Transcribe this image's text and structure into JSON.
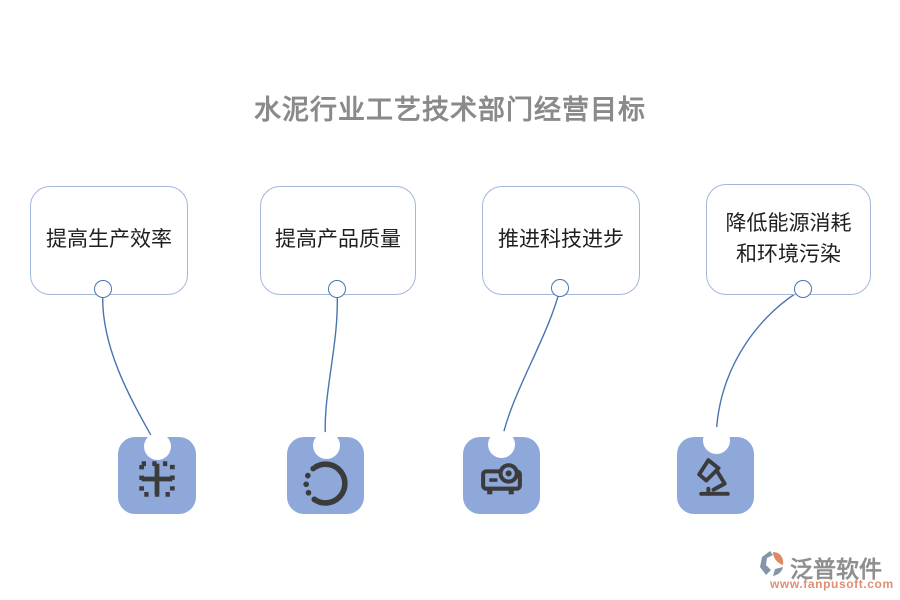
{
  "title": "水泥行业工艺技术部门经营目标",
  "goals": [
    {
      "lines": [
        "提高生产效率"
      ],
      "icon": "table-borders-icon"
    },
    {
      "lines": [
        "提高产品质量"
      ],
      "icon": "progress-circle-icon"
    },
    {
      "lines": [
        "推进科技进步"
      ],
      "icon": "projector-icon"
    },
    {
      "lines": [
        "降低能源消耗",
        "和环境污染"
      ],
      "icon": "desk-lamp-icon"
    }
  ],
  "watermark": {
    "brand": "泛普软件",
    "url": "www.fanpusoft.com"
  },
  "colors": {
    "title_text": "#8a8a8a",
    "box_border": "#a3b7da",
    "box_text": "#1f1f1f",
    "connector": "#4a74b0",
    "icon_tile_bg": "#8ea8da",
    "icon_glyph": "#3b3b3b",
    "brand_text": "#8f8f8f",
    "url_text": "#e08e73",
    "logo_gray": "#8694aa",
    "logo_orange": "#dd8a64"
  }
}
